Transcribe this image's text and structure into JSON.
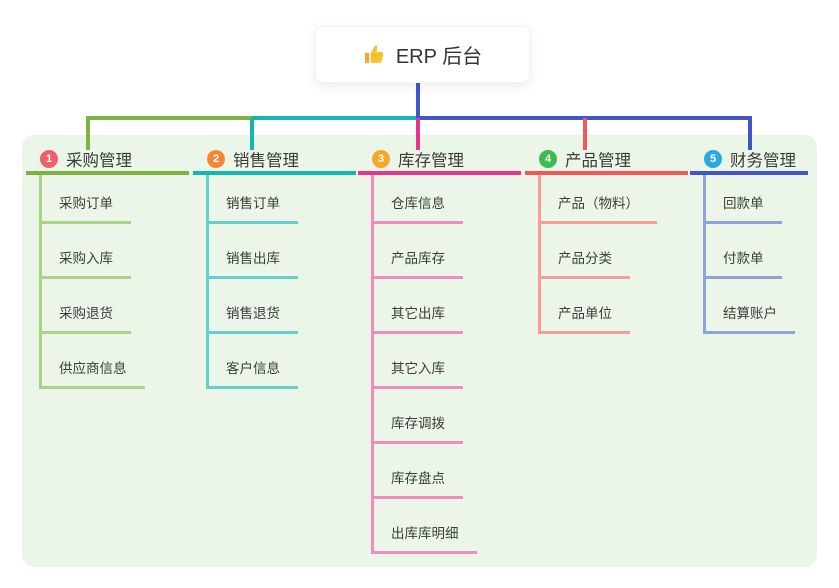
{
  "root": {
    "label": "ERP 后台",
    "icon": "thumbs-up-icon"
  },
  "theme": {
    "canvas_bg": "#ffffff",
    "panel_bg": "#ecf6e8",
    "text_color": "#3b3b3b",
    "root_connector_color": "#4155c8"
  },
  "branches": [
    {
      "badge": "1",
      "label": "采购管理",
      "color": "#7cb342",
      "badge_color": "#ee5f6e",
      "child_color": "#abd386",
      "children": [
        {
          "label": "采购订单"
        },
        {
          "label": "采购入库"
        },
        {
          "label": "采购退货"
        },
        {
          "label": "供应商信息"
        }
      ]
    },
    {
      "badge": "2",
      "label": "销售管理",
      "color": "#16b5ad",
      "badge_color": "#f58634",
      "child_color": "#66cfc9",
      "children": [
        {
          "label": "销售订单"
        },
        {
          "label": "销售出库"
        },
        {
          "label": "销售退货"
        },
        {
          "label": "客户信息"
        }
      ]
    },
    {
      "badge": "3",
      "label": "库存管理",
      "color": "#e3368d",
      "badge_color": "#f7a72b",
      "child_color": "#f18cc1",
      "children": [
        {
          "label": "仓库信息"
        },
        {
          "label": "产品库存"
        },
        {
          "label": "其它出库"
        },
        {
          "label": "其它入库"
        },
        {
          "label": "库存调拨"
        },
        {
          "label": "库存盘点"
        },
        {
          "label": "出库库明细"
        }
      ]
    },
    {
      "badge": "4",
      "label": "产品管理",
      "color": "#f25858",
      "badge_color": "#3bbb50",
      "child_color": "#f79b9b",
      "children": [
        {
          "label": "产品（物料）"
        },
        {
          "label": "产品分类"
        },
        {
          "label": "产品单位"
        }
      ]
    },
    {
      "badge": "5",
      "label": "财务管理",
      "color": "#4155c8",
      "badge_color": "#2aa9e0",
      "child_color": "#8ea3d8",
      "children": [
        {
          "label": "回款单"
        },
        {
          "label": "付款单"
        },
        {
          "label": "结算账户"
        }
      ]
    }
  ]
}
